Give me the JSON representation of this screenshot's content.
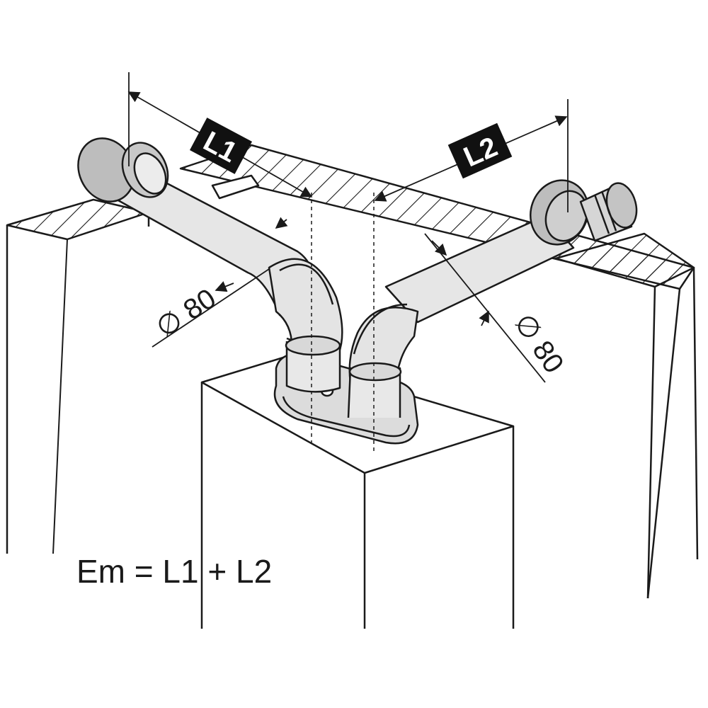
{
  "labels": {
    "length_1": "L1",
    "length_2": "L2",
    "diameter_left": "∅ 80",
    "diameter_right": "∅ 80"
  },
  "formula": "Em = L1 + L2",
  "colors": {
    "line": "#1a1a1a",
    "pipe_fill": "#e4e4e4",
    "flange_fill": "#b8b8b8",
    "badge_fill": "#111111",
    "background": "#ffffff"
  }
}
